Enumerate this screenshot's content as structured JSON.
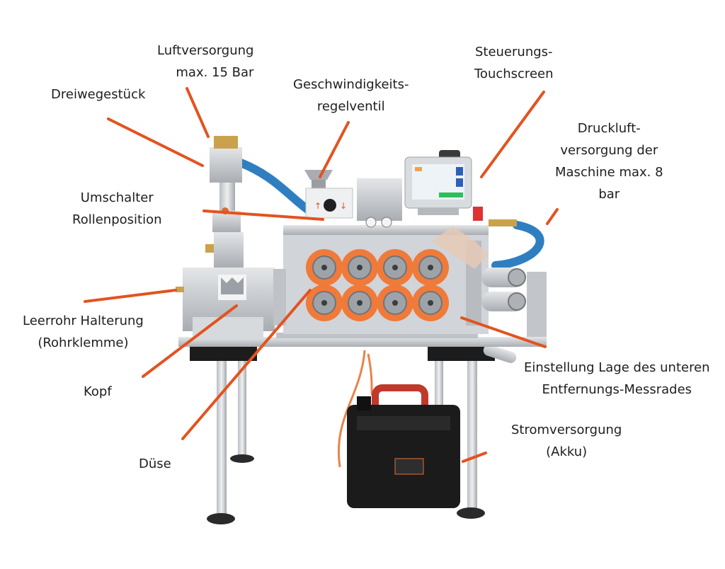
{
  "labels": {
    "luftversorgung": [
      "Luftversorgung",
      "max. 15 Bar"
    ],
    "dreiwegestueck": [
      "Dreiwegestück"
    ],
    "geschwindigkeit": [
      "Geschwindigkeits-",
      "regelventil"
    ],
    "touchscreen": [
      "Steuerungs-",
      "Touchscreen"
    ],
    "druckluft": [
      "Druckluft-",
      "versorgung der",
      "Maschine max. 8",
      "bar"
    ],
    "umschalter": [
      "Umschalter",
      "Rollenposition"
    ],
    "leerrohr": [
      "Leerrohr Halterung",
      "(Rohrklemme)"
    ],
    "kopf": [
      "Kopf"
    ],
    "duese": [
      "Düse"
    ],
    "einstellung": [
      "Einstellung Lage des unteren",
      "Entfernungs-Messrades"
    ],
    "strom": [
      "Stromversorgung",
      "(Akku)"
    ]
  },
  "colors": {
    "leader": "#e2531f",
    "aluminium": "#c9ccd0",
    "roller_orange": "#f07a3a",
    "hose_blue": "#2f7fc0",
    "case_black": "#1b1b1b"
  }
}
